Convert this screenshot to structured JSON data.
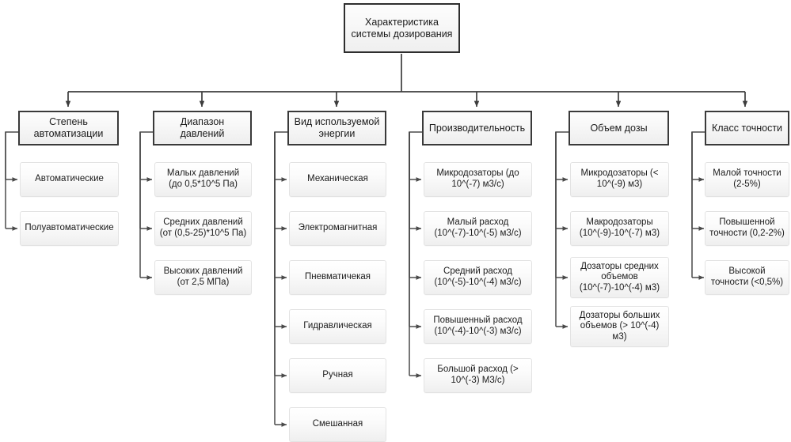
{
  "diagram": {
    "title": "Характеристика системы дозирования",
    "root": {
      "label": "Характеристика системы дозирования"
    },
    "colors": {
      "header_border": "#3a3a3a",
      "leaf_border": "#e3e3e3",
      "connector": "#4a4a4a",
      "text": "#1b1b1b",
      "background": "#ffffff"
    },
    "branches": [
      {
        "header": "Степень автоматизации",
        "children": [
          "Автоматические",
          "Полуавтоматические"
        ]
      },
      {
        "header": "Диапазон давлений",
        "children": [
          "Малых давлений (до 0,5*10^5 Па)",
          "Средних давлений (от (0,5-25)*10^5 Па)",
          "Высоких давлений (от 2,5 МПа)"
        ]
      },
      {
        "header": "Вид используемой энергии",
        "children": [
          "Механическая",
          "Электромагнитная",
          "Пневматичекая",
          "Гидравлическая",
          "Ручная",
          "Смешанная"
        ]
      },
      {
        "header": "Производительность",
        "children": [
          "Микродозаторы (до 10^(-7) м3/с)",
          "Малый расход (10^(-7)-10^(-5) м3/с)",
          "Средний расход (10^(-5)-10^(-4) м3/с)",
          "Повышенный расход (10^(-4)-10^(-3) м3/с)",
          "Большой расход (> 10^(-3) М3/с)"
        ]
      },
      {
        "header": "Объем дозы",
        "children": [
          "Микродозаторы (< 10^(-9) м3)",
          "Макродозаторы (10^(-9)-10^(-7) м3)",
          "Дозаторы средних объемов (10^(-7)-10^(-4) м3)",
          "Дозаторы больших объемов (> 10^(-4) м3)"
        ]
      },
      {
        "header": "Класс точности",
        "children": [
          "Малой точности (2-5%)",
          "Повышенной точности (0,2-2%)",
          "Высокой точности (<0,5%)"
        ]
      }
    ]
  }
}
